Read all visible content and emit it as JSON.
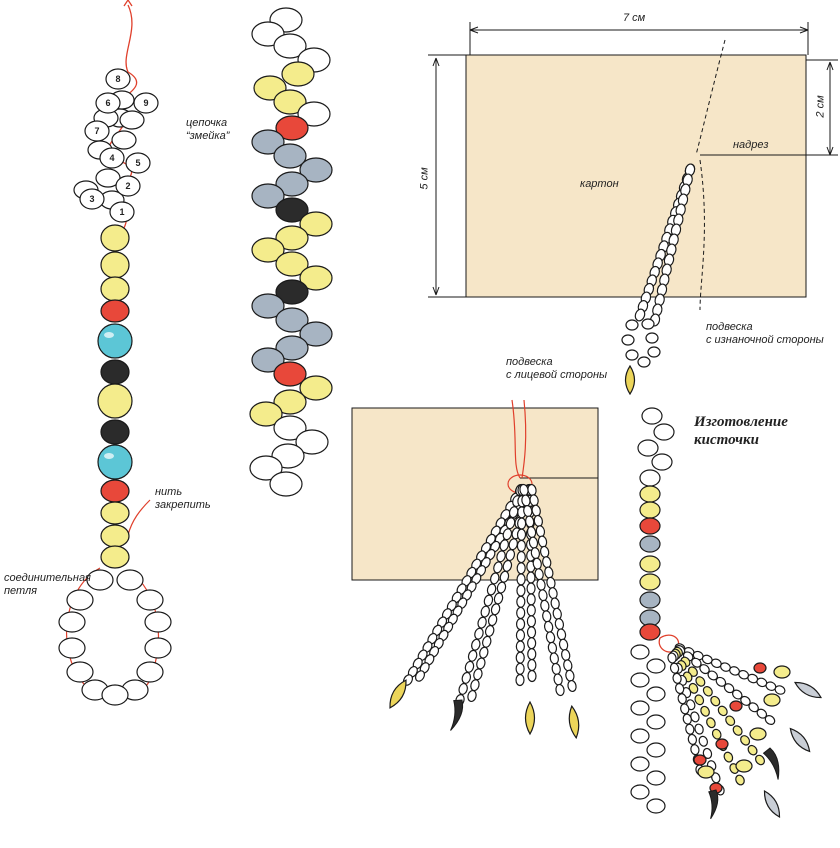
{
  "labels": {
    "chain_snake": [
      "цепочка",
      "“змейка”"
    ],
    "thread_fix": [
      "нить",
      "закрепить"
    ],
    "connecting_loop": [
      "соединительная",
      "петля"
    ],
    "width_7cm": "7 см",
    "height_5cm": "5 см",
    "height_2cm": "2 см",
    "cardboard": "картон",
    "cut": "надрез",
    "pendant_back": [
      "подвеска",
      "с изнаночной стороны"
    ],
    "pendant_front": [
      "подвеска",
      "с лицевой стороны"
    ],
    "tassel_title": [
      "Изготовление",
      "кисточки"
    ]
  },
  "step_numbers": [
    "1",
    "2",
    "3",
    "4",
    "5",
    "6",
    "7",
    "8",
    "9"
  ],
  "colors": {
    "yellow": "#f4ec8c",
    "red": "#e8483a",
    "cyan": "#5cc6d6",
    "black": "#2b2b2b",
    "grey": "#a7b4c2",
    "white": "#ffffff",
    "cardboard": "#f6e6c8",
    "thread": "#e0402c"
  },
  "icons": [
    "needle-thread-icon",
    "drop-pendant-icon",
    "horn-pendant-icon"
  ]
}
